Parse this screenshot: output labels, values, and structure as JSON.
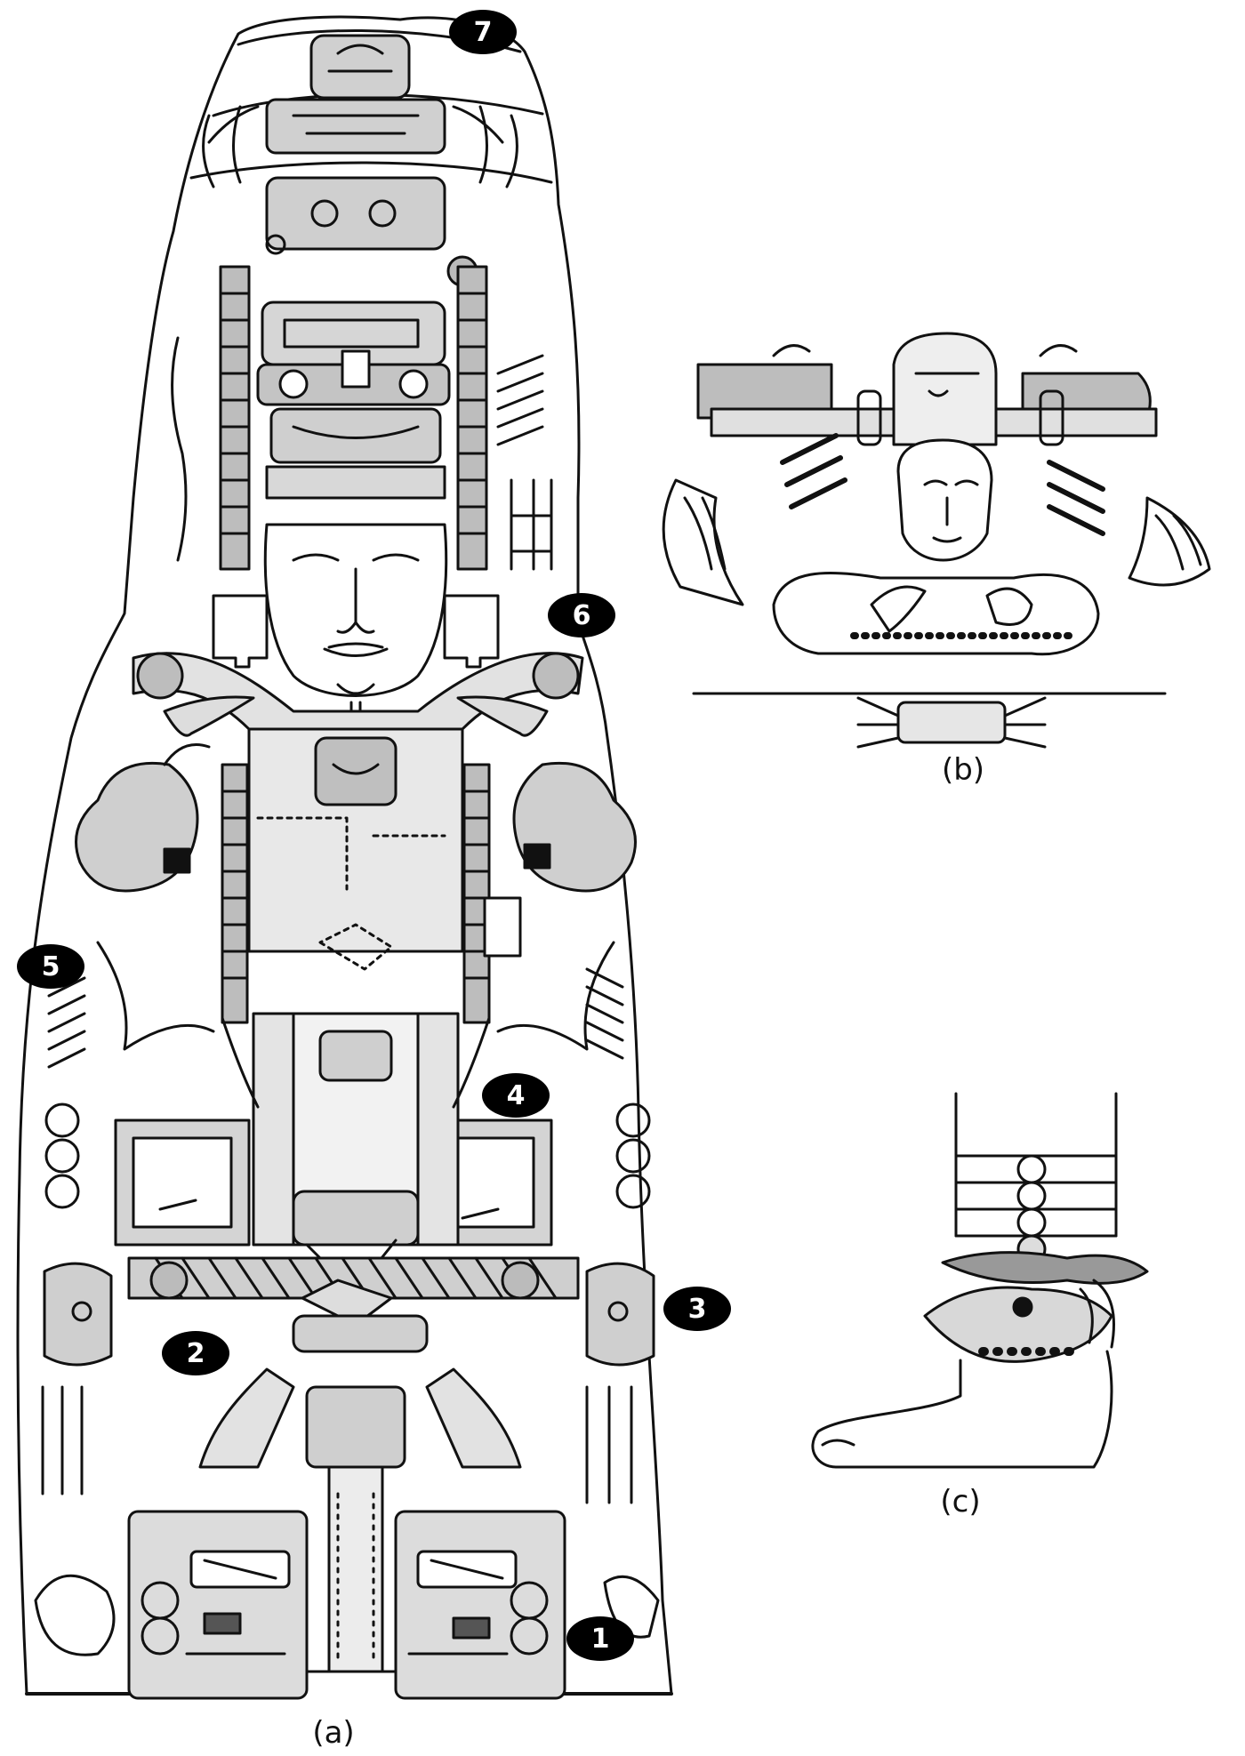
{
  "figure": {
    "panel_labels": {
      "a": "(a)",
      "b": "(b)",
      "c": "(c)"
    },
    "markers": [
      {
        "id": "m1",
        "label": "1"
      },
      {
        "id": "m2",
        "label": "2"
      },
      {
        "id": "m3",
        "label": "3"
      },
      {
        "id": "m4",
        "label": "4"
      },
      {
        "id": "m5",
        "label": "5"
      },
      {
        "id": "m6",
        "label": "6"
      },
      {
        "id": "m7",
        "label": "7"
      }
    ]
  },
  "colors": {
    "ink": "#111111",
    "shade": "#c9c9c9",
    "dark": "#3a3a3a",
    "paper": "#ffffff"
  }
}
